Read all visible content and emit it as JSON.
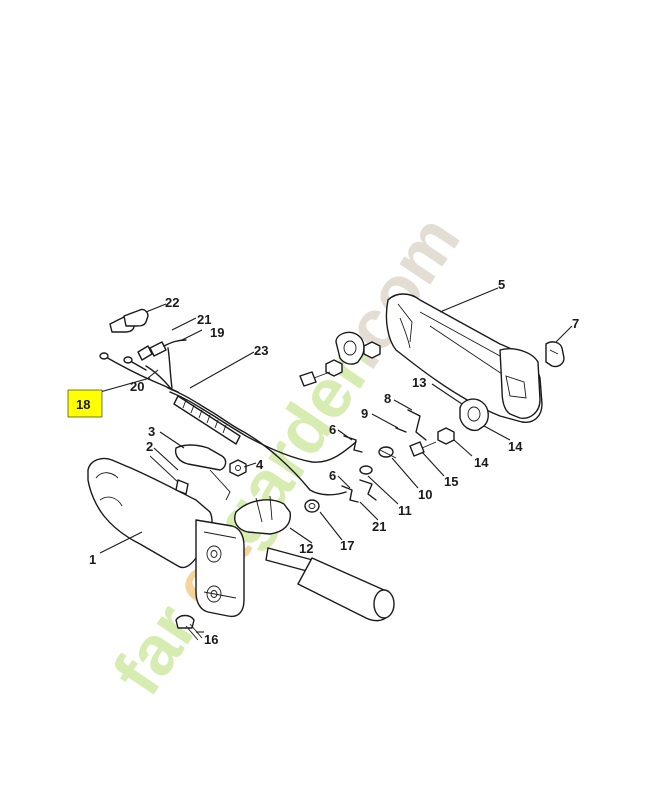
{
  "callouts": {
    "c1": "1",
    "c2": "2",
    "c3": "3",
    "c4": "4",
    "c5": "5",
    "c6a": "6",
    "c6b": "6",
    "c7": "7",
    "c8": "8",
    "c9": "9",
    "c10": "10",
    "c11": "11",
    "c12": "12",
    "c13": "13",
    "c14a": "14",
    "c14b": "14",
    "c15": "15",
    "c16": "16",
    "c17": "17",
    "c18": "18",
    "c19": "19",
    "c20": "20",
    "c21a": "21",
    "c21b": "21",
    "c22": "22",
    "c23": "23"
  },
  "highlight": {
    "part": "18",
    "color": "#ffff00"
  },
  "watermark": {
    "text_a": "far",
    "text_b": "ea",
    "text_c": "garden",
    "text_d": ".com",
    "color_green": "#d6ecb0",
    "color_orange": "#f6d39b",
    "color_gray": "#e3ddd3"
  }
}
